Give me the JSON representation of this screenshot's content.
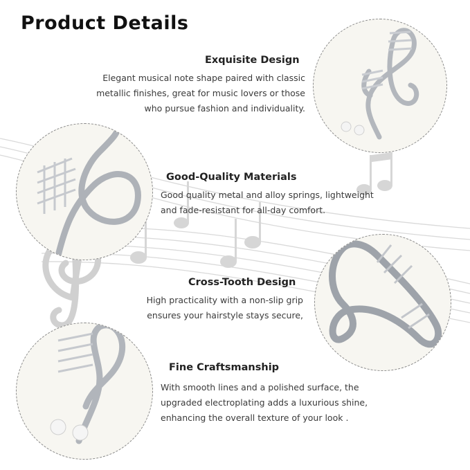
{
  "page": {
    "title": "Product Details"
  },
  "features": [
    {
      "heading": "Exquisite Design",
      "lines": [
        "Elegant musical note shape paired with classic",
        "metallic finishes, great for music lovers or those",
        "who pursue fashion and individuality."
      ]
    },
    {
      "heading": "Good-Quality Materials",
      "lines": [
        "Good quality metal and alloy springs, lightweight",
        "and fade-resistant for all-day comfort."
      ]
    },
    {
      "heading": "Cross-Tooth Design",
      "lines": [
        "High practicality with a non-slip grip",
        "ensures your hairstyle stays secure,"
      ]
    },
    {
      "heading": "Fine Craftsmanship",
      "lines": [
        "With smooth lines and a polished surface, the",
        "upgraded electroplating adds a luxurious shine,",
        "enhancing the overall texture of your look ."
      ]
    }
  ],
  "colors": {
    "background": "#ffffff",
    "circle_fill": "#f7f6f1",
    "metal": "#b8bcc2",
    "text": "#333333"
  },
  "icons": [
    "treble-clef-hair-clip-photo",
    "music-staff-background"
  ]
}
